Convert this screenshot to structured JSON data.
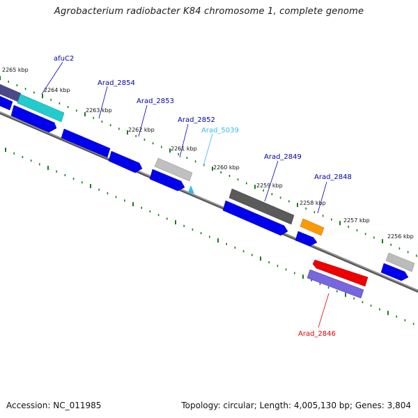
{
  "title": "Agrobacterium radiobacter K84 chromosome 1, complete genome",
  "footer": {
    "accession": "Accession: NC_011985",
    "stats": "Topology: circular; Length: 4,005,130 bp; Genes: 3,804"
  },
  "tick_labels": [
    "2265 kbp",
    "2264 kbp",
    "2263 kbp",
    "2262 kbp",
    "2261 kbp",
    "2260 kbp",
    "2259 kbp",
    "2258 kbp",
    "2257 kbp",
    "2256 kbp"
  ],
  "gene_labels": [
    {
      "text": "afuC2",
      "color": "#0000aa"
    },
    {
      "text": "Arad_2854",
      "color": "#0000aa"
    },
    {
      "text": "Arad_2853",
      "color": "#0000aa"
    },
    {
      "text": "Arad_2852",
      "color": "#0000aa"
    },
    {
      "text": "Arad_5039",
      "color": "#33bbee"
    },
    {
      "text": "Arad_2849",
      "color": "#0000aa"
    },
    {
      "text": "Arad_2848",
      "color": "#0000aa"
    },
    {
      "text": "Arad_2846",
      "color": "#dd0000"
    }
  ],
  "colors": {
    "backbone": "#777777",
    "tick": "#1a7a1a",
    "cds": "#0000ee",
    "gene_dark": "#555555",
    "gene_light": "#bbbbbb",
    "gene_cyan": "#22cccc",
    "gene_orange": "#ff9900",
    "gene_red": "#ee0000",
    "gene_purple": "#6655cc",
    "gene_darkpurple": "#444488"
  }
}
